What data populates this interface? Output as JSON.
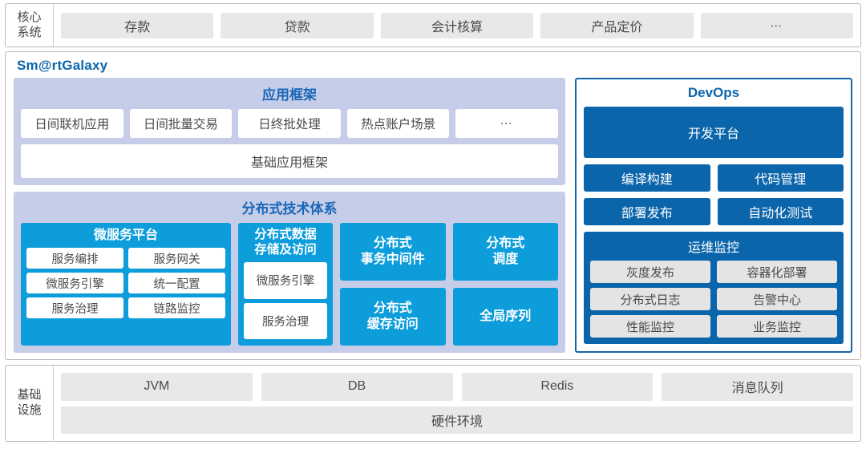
{
  "core_systems": {
    "label_line1": "核心",
    "label_line2": "系统",
    "items": [
      {
        "label": "存款"
      },
      {
        "label": "贷款"
      },
      {
        "label": "会计核算"
      },
      {
        "label": "产品定价"
      },
      {
        "label": "⋯"
      }
    ]
  },
  "galaxy": {
    "title": "Sm@rtGalaxy",
    "app_framework": {
      "title": "应用框架",
      "items": [
        {
          "label": "日间联机应用"
        },
        {
          "label": "日间批量交易"
        },
        {
          "label": "日终批处理"
        },
        {
          "label": "热点账户场景"
        },
        {
          "label": "⋯"
        }
      ],
      "base_label": "基础应用框架"
    },
    "tech_system": {
      "title": "分布式技术体系",
      "micro_service": {
        "title": "微服务平台",
        "items": [
          {
            "label": "服务编排"
          },
          {
            "label": "服务网关"
          },
          {
            "label": "微服务引擎"
          },
          {
            "label": "统一配置"
          },
          {
            "label": "服务治理"
          },
          {
            "label": "链路监控"
          }
        ]
      },
      "dist_data": {
        "title_line1": "分布式数据",
        "title_line2": "存储及访问",
        "items": [
          {
            "label": "微服务引擎"
          },
          {
            "label": "服务治理"
          }
        ]
      },
      "solo_cards": [
        {
          "line1": "分布式",
          "line2": "事务中间件"
        },
        {
          "line1": "分布式",
          "line2": "调度"
        },
        {
          "line1": "分布式",
          "line2": "缓存访问"
        },
        {
          "line1": "全局序列",
          "line2": ""
        }
      ]
    },
    "devops": {
      "title": "DevOps",
      "platform_label": "开发平台",
      "rows": [
        [
          {
            "label": "编译构建"
          },
          {
            "label": "代码管理"
          }
        ],
        [
          {
            "label": "部署发布"
          },
          {
            "label": "自动化测试"
          }
        ]
      ],
      "ops_monitor": {
        "title": "运维监控",
        "rows": [
          [
            {
              "label": "灰度发布"
            },
            {
              "label": "容器化部署"
            }
          ],
          [
            {
              "label": "分布式日志"
            },
            {
              "label": "告警中心"
            }
          ],
          [
            {
              "label": "性能监控"
            },
            {
              "label": "业务监控"
            }
          ]
        ]
      }
    }
  },
  "infrastructure": {
    "label_line1": "基础",
    "label_line2": "设施",
    "items": [
      {
        "label": "JVM"
      },
      {
        "label": "DB"
      },
      {
        "label": "Redis"
      },
      {
        "label": "消息队列"
      }
    ],
    "hardware_label": "硬件环境"
  },
  "colors": {
    "accent_dark_blue": "#0b65ab",
    "accent_bright_blue": "#0d9ddb",
    "panel_periwinkle": "#c6cde8",
    "chip_gray": "#e8e8e8",
    "title_blue": "#1a66b8"
  }
}
